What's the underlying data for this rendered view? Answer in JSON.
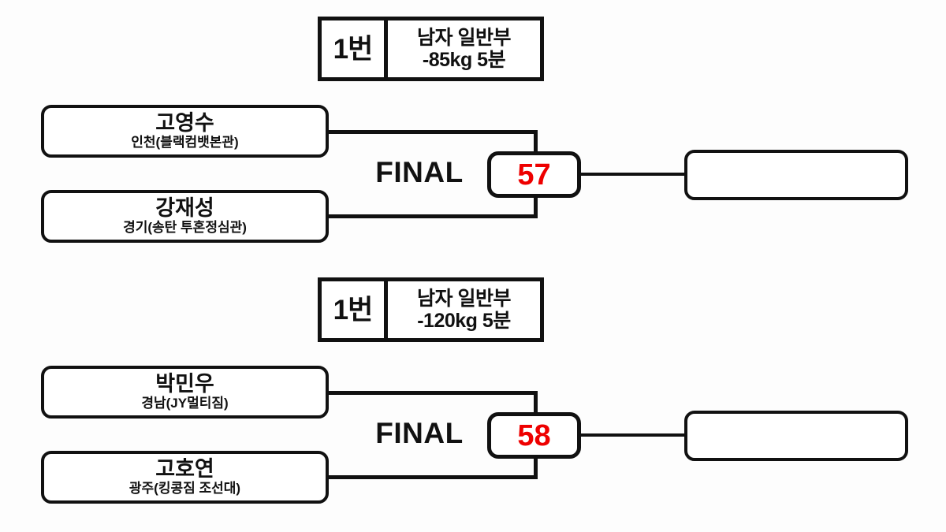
{
  "page": {
    "background_color": "#fdfdfd",
    "line_color": "#111111",
    "accent_color": "#ee0000"
  },
  "brackets": [
    {
      "header": {
        "number_label": "1번",
        "category_line1": "남자 일반부",
        "category_line2": "-85kg 5분"
      },
      "match": {
        "round_label": "FINAL",
        "match_number": "57"
      },
      "competitors": [
        {
          "name": "고영수",
          "gym": "인천(블랙컴뱃본관)"
        },
        {
          "name": "강재성",
          "gym": "경기(송탄 투혼정심관)"
        }
      ],
      "winner": {
        "name": "",
        "gym": ""
      }
    },
    {
      "header": {
        "number_label": "1번",
        "category_line1": "남자 일반부",
        "category_line2": "-120kg 5분"
      },
      "match": {
        "round_label": "FINAL",
        "match_number": "58"
      },
      "competitors": [
        {
          "name": "박민우",
          "gym": "경남(JY멀티짐)"
        },
        {
          "name": "고호연",
          "gym": "광주(킹콩짐 조선대)"
        }
      ],
      "winner": {
        "name": "",
        "gym": ""
      }
    }
  ]
}
